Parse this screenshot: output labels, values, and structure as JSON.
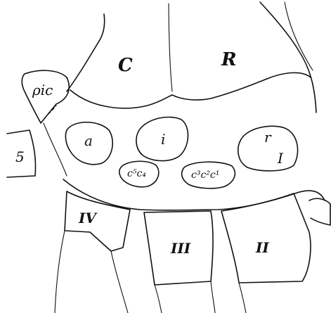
{
  "figure": {
    "labels": {
      "C": "C",
      "R": "R",
      "pic": "ρic",
      "five": "5",
      "a": "a",
      "i": "i",
      "r": "r",
      "I": "I",
      "c5c4": "c⁵c₄",
      "c3c2c1": "c³c²c¹",
      "IV": "IV",
      "III": "III",
      "II": "II"
    }
  }
}
